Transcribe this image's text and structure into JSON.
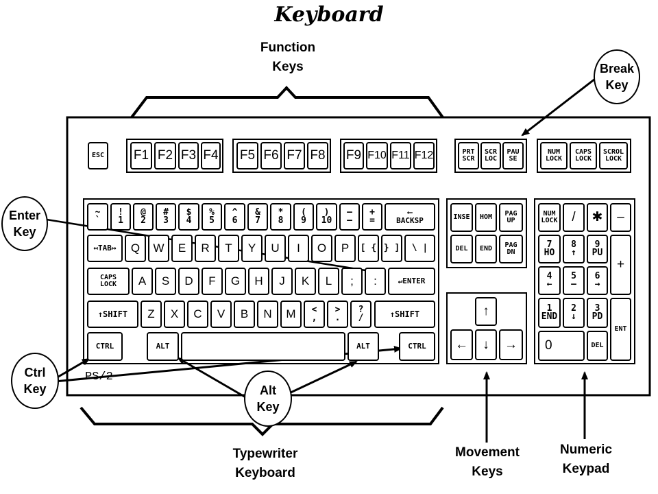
{
  "title": "Keyboard",
  "labels": {
    "function_keys": "Function\nKeys",
    "break_key": "Break\nKey",
    "enter_key": "Enter\nKey",
    "ctrl_key": "Ctrl\nKey",
    "alt_key": "Alt\nKey",
    "typewriter_keyboard": "Typewriter\nKeyboard",
    "movement_keys": "Movement\nKeys",
    "numeric_keypad": "Numeric\nKeypad"
  },
  "brand": "PS/2",
  "keys": {
    "esc": "ESC",
    "f_row": [
      "F1",
      "F2",
      "F3",
      "F4",
      "F5",
      "F6",
      "F7",
      "F8",
      "F9",
      "F10",
      "F11",
      "F12"
    ],
    "sys_keys": [
      "PRT\nSCR",
      "SCR\nLOC",
      "PAU\nSE"
    ],
    "lock_keys": [
      "NUM\nLOCK",
      "CAPS\nLOCK",
      "SCROL\nLOCK"
    ],
    "number_row": [
      "~\n`",
      "!\n1",
      "@\n2",
      "#\n3",
      "$\n4",
      "%\n5",
      "^\n6",
      "&\n7",
      "*\n8",
      "(\n9",
      ")\n10",
      "—\n–",
      "+\n=",
      "⟵\nBACKSP"
    ],
    "qwerty_row": [
      "Q",
      "W",
      "E",
      "R",
      "T",
      "Y",
      "U",
      "I",
      "O",
      "P",
      "[ {",
      "} ]",
      "\\ |"
    ],
    "tab": "↤TAB↦",
    "home_row": [
      "A",
      "S",
      "D",
      "F",
      "G",
      "H",
      "J",
      "K",
      "L",
      ";",
      ":"
    ],
    "caps": "CAPS\nLOCK",
    "enter": "↵ENTER",
    "shift_row": [
      "Z",
      "X",
      "C",
      "V",
      "B",
      "N",
      "M",
      "<\n,",
      ">\n.",
      "?\n/"
    ],
    "shift": "↑SHIFT",
    "ctrl": "CTRL",
    "alt": "ALT",
    "edit_keys": [
      "INSE",
      "HOM",
      "PAG\nUP",
      "DEL",
      "END",
      "PAG\nDN"
    ],
    "arrows": [
      "↑",
      "←",
      "↓",
      "→"
    ],
    "numpad": [
      "NUM\nLOCK",
      "/",
      "✱",
      "–",
      "7\nHO",
      "8\n↑",
      "9\nPU",
      "+",
      "4\n←",
      "5\n—",
      "6\n→",
      "1\nEND",
      "2\n↓",
      "3\nPD",
      "ENT",
      "0",
      "DEL"
    ]
  }
}
